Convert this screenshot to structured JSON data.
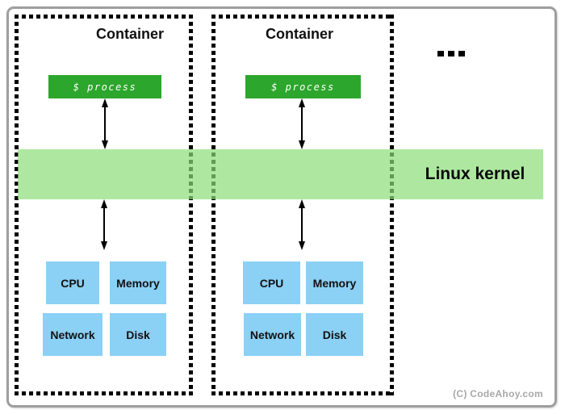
{
  "diagram": {
    "containers": [
      {
        "label": "Container",
        "process": {
          "label": "$ process"
        },
        "resources": [
          {
            "label": "CPU"
          },
          {
            "label": "Memory"
          },
          {
            "label": "Network"
          },
          {
            "label": "Disk"
          }
        ]
      },
      {
        "label": "Container",
        "process": {
          "label": "$ process"
        },
        "resources": [
          {
            "label": "CPU"
          },
          {
            "label": "Memory"
          },
          {
            "label": "Network"
          },
          {
            "label": "Disk"
          }
        ]
      }
    ],
    "kernel": {
      "label": "Linux kernel"
    },
    "ellipsis": "...",
    "credit": "(C) CodeAhoy.com",
    "colors": {
      "process_box_green": "#2ca62c",
      "kernel_band_green": "#aee8a0",
      "resource_box_blue": "#8bd0f5",
      "dotted_border": "#000000",
      "frame_gray": "#9e9e9e",
      "credit_gray": "#a8a8a8"
    }
  }
}
